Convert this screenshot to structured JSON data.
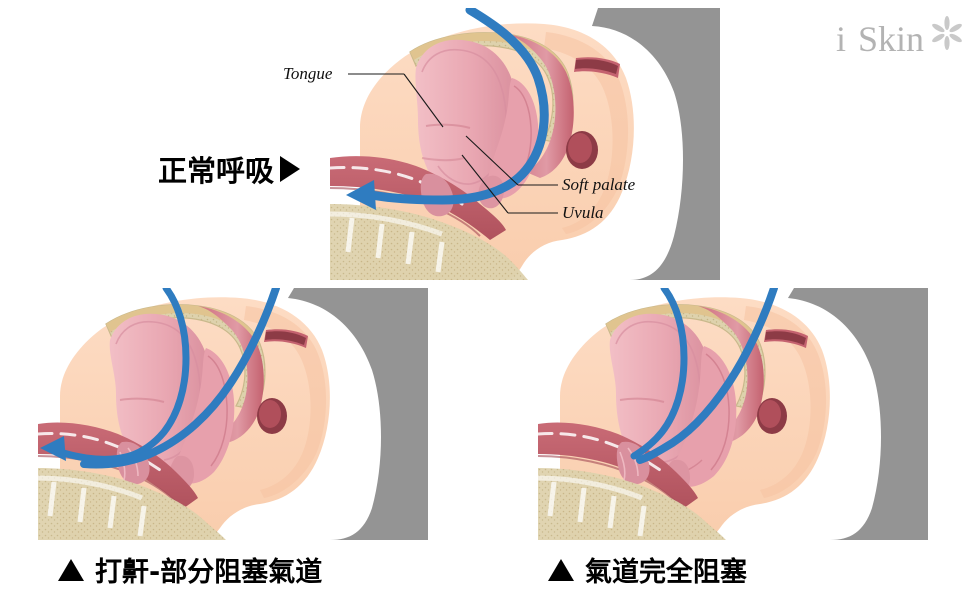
{
  "brand": {
    "name_first": "i",
    "name_second": "Skin",
    "flower_icon": "flower-asterisk-icon",
    "color": "#b3b3b3"
  },
  "section_label": {
    "text": "正常呼吸",
    "marker_icon": "triangle-right-icon"
  },
  "panels": [
    {
      "id": "normal",
      "state": "normal-breathing",
      "airflow": "open",
      "caption": ""
    },
    {
      "id": "partial",
      "state": "snoring-partial-obstruction",
      "airflow": "restricted",
      "caption": "打鼾-部分阻塞氣道",
      "marker_icon": "triangle-up-icon"
    },
    {
      "id": "complete",
      "state": "complete-obstruction",
      "airflow": "blocked",
      "caption": "氣道完全阻塞",
      "marker_icon": "triangle-up-icon"
    }
  ],
  "anatomy_labels": [
    {
      "id": "tongue",
      "text": "Tongue"
    },
    {
      "id": "soft_palate",
      "text": "Soft palate"
    },
    {
      "id": "uvula",
      "text": "Uvula"
    }
  ],
  "colors": {
    "background": "#ffffff",
    "skin": "#fbd4b8",
    "skin_shadow": "#f6c3a2",
    "head_silhouette": "#949494",
    "tissue_pink": "#e9a7b2",
    "tissue_pink_light": "#f0bcc4",
    "tissue_deep": "#c4616f",
    "muscle_red": "#bd5d66",
    "bone_tan": "#ddd1ab",
    "bone_edge": "#c9b98c",
    "airflow_blue": "#2f7cc0",
    "text_black": "#000000"
  }
}
